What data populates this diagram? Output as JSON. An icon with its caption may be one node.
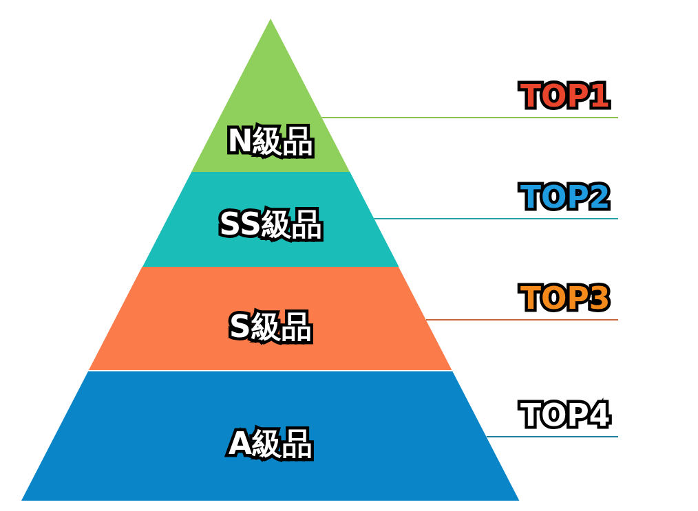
{
  "diagram": {
    "nodes": [
      {
        "text": [
          "N級品"
        ]
      },
      {
        "text": [
          "SS級品"
        ]
      },
      {
        "text": [
          "S級品"
        ]
      },
      {
        "text": [
          "A級品"
        ]
      },
      {
        "text": [
          "TOP1"
        ]
      },
      {
        "text": [
          "TOP2"
        ]
      },
      {
        "text": [
          "TOP3"
        ]
      },
      {
        "text": [
          "TOP4"
        ]
      }
    ],
    "edges": [
      {
        "from": 0,
        "to": 4,
        "arrow": "none",
        "color": "#8cc152"
      },
      {
        "from": 1,
        "to": 5,
        "arrow": "none",
        "color": "#2a9fa8"
      },
      {
        "from": 2,
        "to": 6,
        "arrow": "none",
        "color": "#c8643a"
      },
      {
        "from": 3,
        "to": 7,
        "arrow": "none",
        "color": "#1f7f9a"
      }
    ]
  }
}
